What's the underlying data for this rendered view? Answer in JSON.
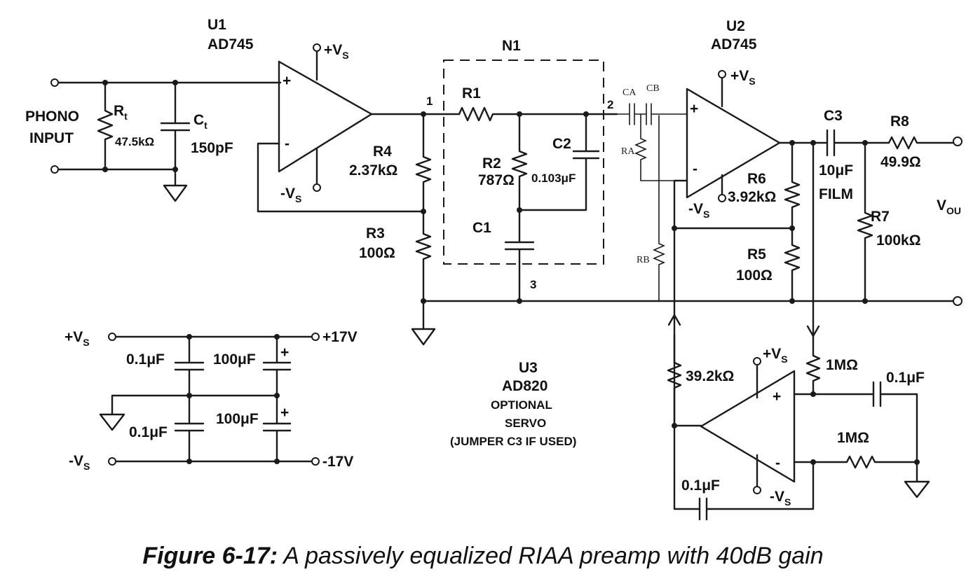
{
  "caption": {
    "label": "Figure 6-17:",
    "text": " A passively equalized RIAA preamp with 40dB gain"
  },
  "input": {
    "line1": "PHONO",
    "line2": "INPUT"
  },
  "rt": {
    "name": "R",
    "sub": "t",
    "value": "47.5kΩ"
  },
  "ct": {
    "name": "C",
    "sub": "t",
    "value": "150pF"
  },
  "u1": {
    "name": "U1",
    "part": "AD745",
    "vplus": "+V",
    "vminus": "-V",
    "sub": "S",
    "in_plus": "+",
    "in_minus": "-"
  },
  "r4": {
    "name": "R4",
    "value": "2.37kΩ"
  },
  "r3": {
    "name": "R3",
    "value": "100Ω"
  },
  "n1": {
    "name": "N1",
    "node1": "1",
    "node2": "2",
    "node3": "3"
  },
  "r1": {
    "name": "R1"
  },
  "r2": {
    "name": "R2",
    "value": "787Ω"
  },
  "c2": {
    "name": "C2",
    "value": "0.103μF"
  },
  "c1": {
    "name": "C1"
  },
  "ca": {
    "name": "CA"
  },
  "cb": {
    "name": "CB"
  },
  "ra": {
    "name": "RA"
  },
  "rb": {
    "name": "RB"
  },
  "u2": {
    "name": "U2",
    "part": "AD745",
    "vplus": "+V",
    "vminus": "-V",
    "sub": "S",
    "in_plus": "+",
    "in_minus": "-"
  },
  "r6": {
    "name": "R6",
    "value": "3.92kΩ"
  },
  "r5": {
    "name": "R5",
    "value": "100Ω"
  },
  "c3": {
    "name": "C3",
    "value": "10μF",
    "type": "FILM"
  },
  "r8": {
    "name": "R8",
    "value": "49.9Ω"
  },
  "r7": {
    "name": "R7",
    "value": "100kΩ"
  },
  "vout": {
    "label": "V",
    "sub": "OU"
  },
  "supply": {
    "vplus": "+V",
    "vminus": "-V",
    "sub": "S",
    "plus17": "+17V",
    "minus17": "-17V",
    "c_small_top": "0.1μF",
    "c_small_bot": "0.1μF",
    "c_big_top": "100μF",
    "c_big_bot": "100μF",
    "plus": "+"
  },
  "u3": {
    "name": "U3",
    "part": "AD820",
    "line1": "OPTIONAL",
    "line2": "SERVO",
    "line3": "(JUMPER C3 IF USED)",
    "vplus": "+V",
    "vminus": "-V",
    "sub": "S",
    "in_plus": "+",
    "in_minus": "-"
  },
  "servo": {
    "r_in": "39.2kΩ",
    "r_top": "1MΩ",
    "r_bot": "1MΩ",
    "c_top": "0.1μF",
    "c_fb": "0.1μF"
  }
}
